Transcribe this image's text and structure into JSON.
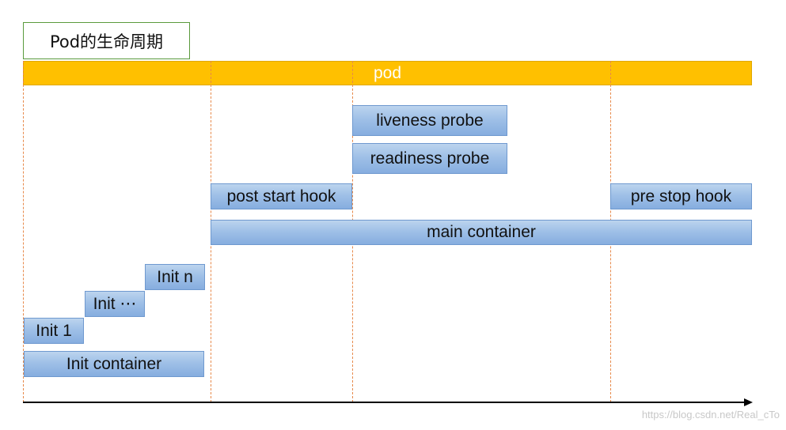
{
  "title": "Pod的生命周期",
  "pod_label": "pod",
  "blocks": {
    "liveness": "liveness probe",
    "readiness": "readiness probe",
    "post_start": "post start hook",
    "pre_stop": "pre stop hook",
    "main": "main container",
    "init_n": "Init n",
    "init_dots": "Init ⋯",
    "init_1": "Init 1",
    "init_container": "Init container"
  },
  "watermark": "https://blog.csdn.net/Real_cTo",
  "colors": {
    "pod_bar": "#ffc000",
    "block_fill": "#9fc0e7",
    "phase_divider": "#e7894a",
    "title_border": "#5a9a3c"
  }
}
